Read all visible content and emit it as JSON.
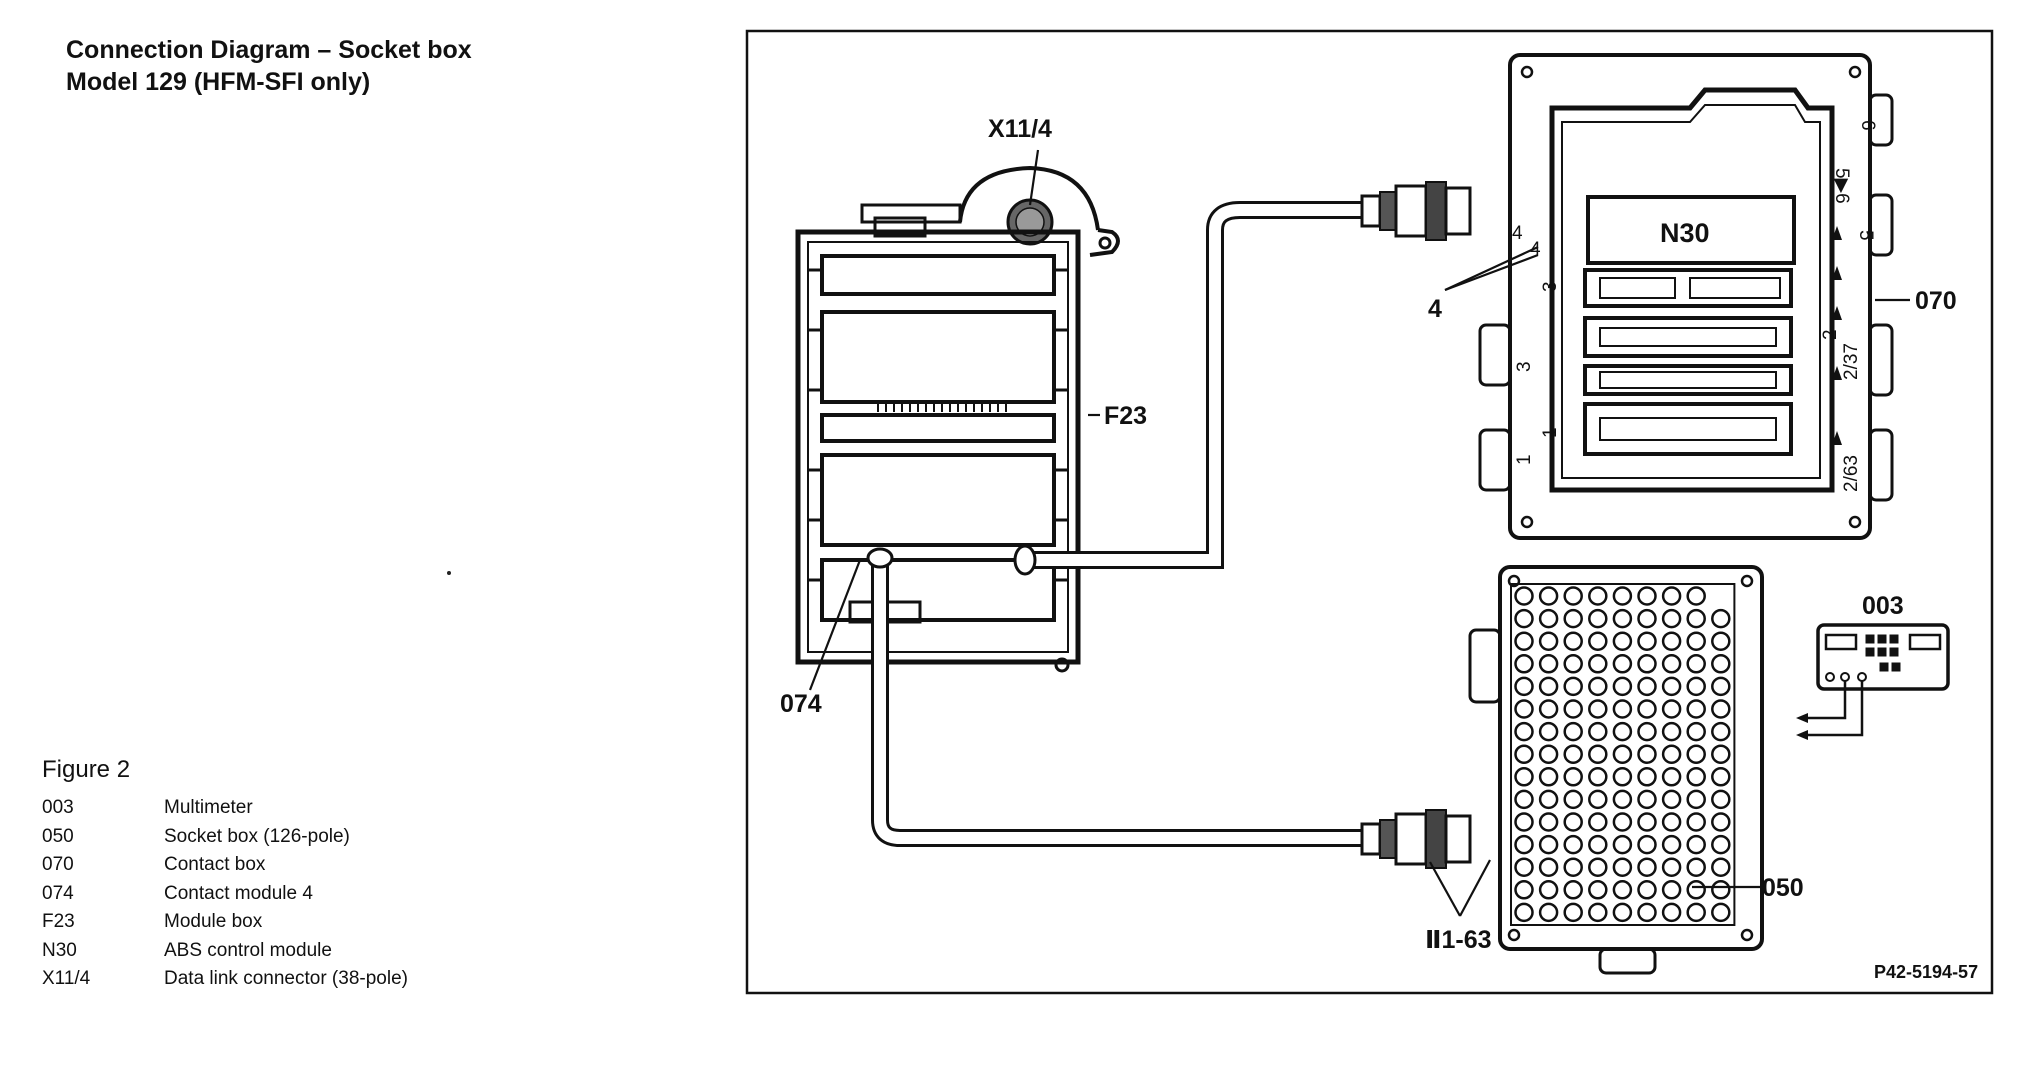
{
  "title": {
    "line1": "Connection Diagram – Socket box",
    "line2": "Model 129 (HFM-SFI only)"
  },
  "legend": {
    "heading": "Figure 2",
    "items": [
      {
        "code": "003",
        "desc": "Multimeter"
      },
      {
        "code": "050",
        "desc": "Socket box (126-pole)"
      },
      {
        "code": "070",
        "desc": "Contact box"
      },
      {
        "code": "074",
        "desc": "Contact module 4"
      },
      {
        "code": "F23",
        "desc": "Module box"
      },
      {
        "code": "N30",
        "desc": "ABS control module"
      },
      {
        "code": "X11/4",
        "desc": "Data link connector (38-pole)"
      }
    ]
  },
  "diagram": {
    "labels": {
      "x11_4": "X11/4",
      "f23": "F23",
      "n30": "N30",
      "c070": "070",
      "c074": "074",
      "c050": "050",
      "c003": "003",
      "c4": "4",
      "ii163": "Ⅱ1-63",
      "ref": "P42-5194-57"
    },
    "side_numbers": {
      "n6": "6",
      "n56": "5▶6",
      "n5": "5",
      "n2": "2",
      "n237": "2/37",
      "n263": "2/63",
      "n4a": "4",
      "n4b": "4",
      "n3a": "3",
      "n3b": "3",
      "n1a": "1",
      "n1b": "1"
    }
  }
}
